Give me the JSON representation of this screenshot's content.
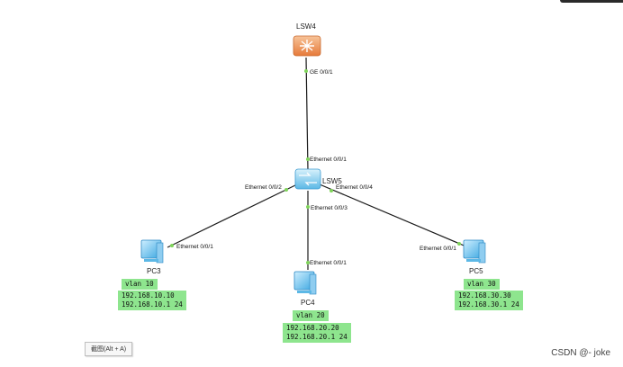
{
  "devices": {
    "lsw4": {
      "label": "LSW4",
      "icon": "layer3-switch-icon",
      "color": "#f2a46a"
    },
    "lsw5": {
      "label": "LSW5",
      "icon": "layer2-switch-icon",
      "color": "#8fd3f2"
    },
    "pc3": {
      "label": "PC3",
      "icon": "pc-icon"
    },
    "pc4": {
      "label": "PC4",
      "icon": "pc-icon"
    },
    "pc5": {
      "label": "PC5",
      "icon": "pc-icon"
    }
  },
  "links": [
    {
      "name": "lsw4-lsw5",
      "from": "LSW4",
      "to": "LSW5",
      "from_port": "GE 0/0/1",
      "to_port": "Ethernet 0/0/1"
    },
    {
      "name": "lsw5-pc3",
      "from": "LSW5",
      "to": "PC3",
      "from_port": "Ethernet 0/0/2",
      "to_port": "Ethernet 0/0/1"
    },
    {
      "name": "lsw5-pc4",
      "from": "LSW5",
      "to": "PC4",
      "from_port": "Ethernet 0/0/3",
      "to_port": "Ethernet 0/0/1"
    },
    {
      "name": "lsw5-pc5",
      "from": "LSW5",
      "to": "PC5",
      "from_port": "Ethernet 0/0/4",
      "to_port": "Ethernet 0/0/1"
    }
  ],
  "notes": {
    "pc3_vlan": "vlan 10",
    "pc3_ip": "192.168.10.10\n192.168.10.1 24",
    "pc4_vlan": "vlan 20",
    "pc4_ip": "192.168.20.20\n192.168.20.1 24",
    "pc5_vlan": "vlan 30",
    "pc5_ip": "192.168.30.30\n192.168.30.1 24"
  },
  "colors": {
    "note_bg": "#8ee58e",
    "link": "#1a1a1a",
    "port_dot": "#7fd45a"
  },
  "shortcut_hint": "截图(Alt + A)",
  "watermark": "CSDN @- joke"
}
